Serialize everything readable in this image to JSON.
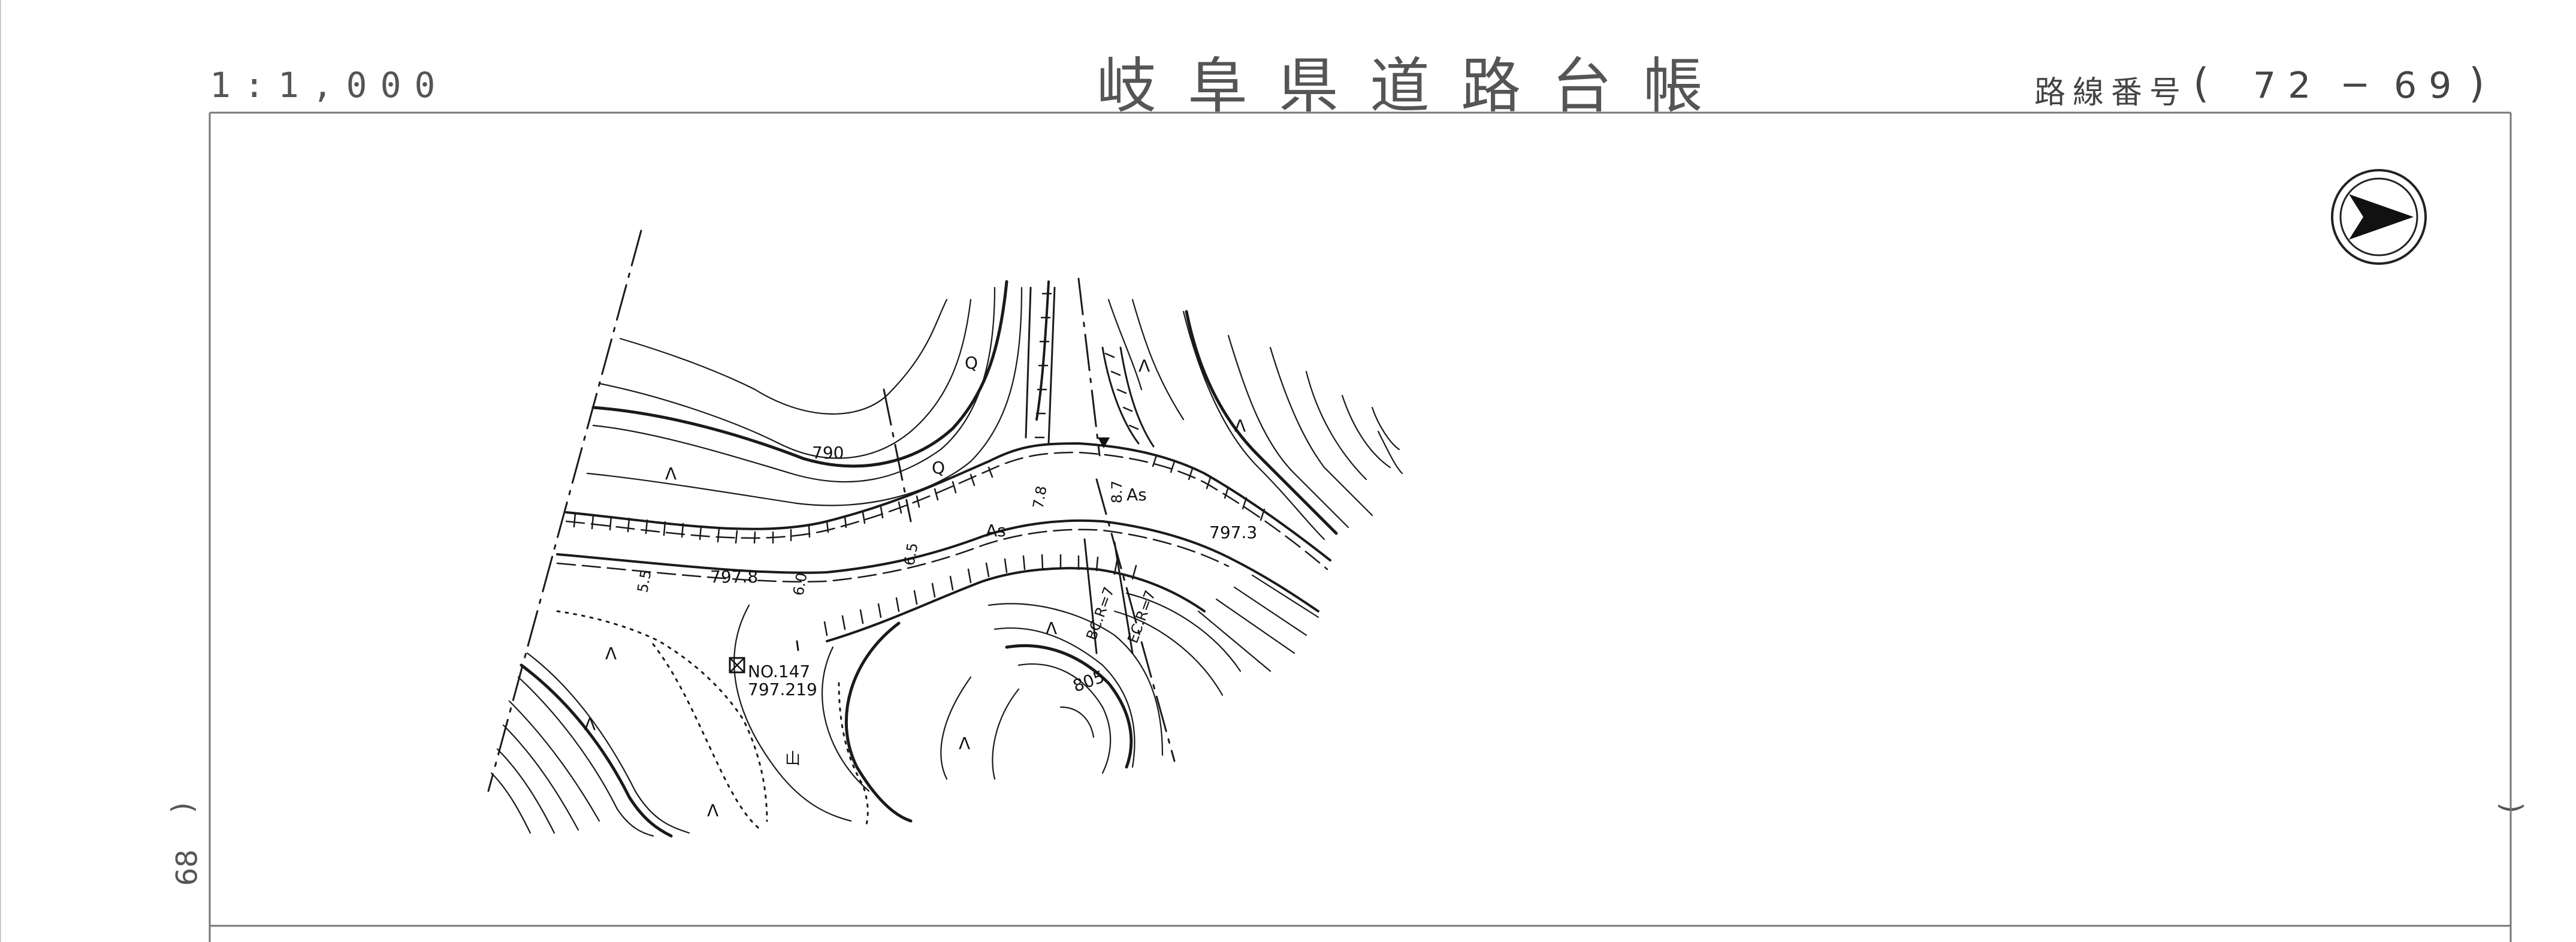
{
  "header": {
    "scale": "1:1,000",
    "title": "岐阜県道路台帳",
    "route_label": "路線番号",
    "route_open": "(",
    "route_a": "72",
    "route_dash": "−",
    "route_b": "69",
    "route_close": ")"
  },
  "side": {
    "left_prev_sheet": "68",
    "left_paren": ")",
    "right_paren": "("
  },
  "map": {
    "north_arrow_icon": "north-arrow-icon",
    "contours": {
      "c790": "790",
      "c805": "805"
    },
    "road_labels": {
      "as1": "As",
      "as2": "As"
    },
    "spot_heights": {
      "h1": "797.8",
      "h2": "797.3"
    },
    "station": {
      "name": "NO.147",
      "elevation": "797.219"
    },
    "curve_labels": {
      "bc": "BC.R=7",
      "ec": "EC.R=7"
    },
    "widths": {
      "w1": "5.5",
      "w2": "6.0",
      "w3": "6.5",
      "w4": "7.8",
      "w5": "8.7"
    },
    "landuse": {
      "a": "Λ",
      "b": "Q",
      "c": "山"
    }
  },
  "colors": {
    "line": "#1a1a1a",
    "frame": "#777777"
  }
}
